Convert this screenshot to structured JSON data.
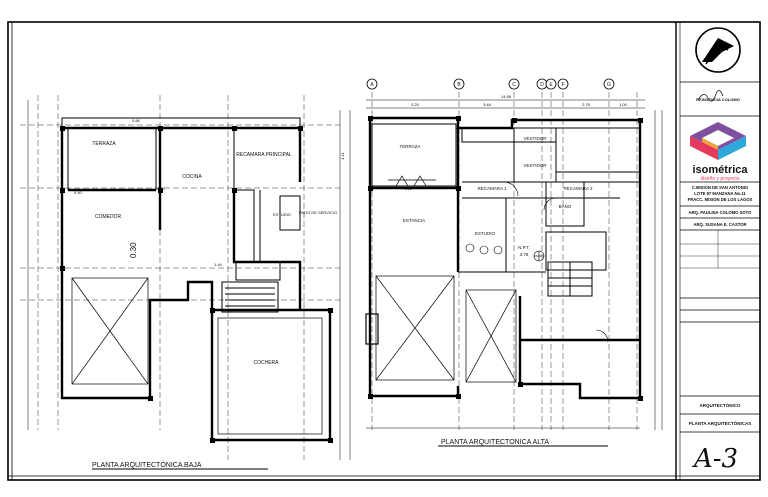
{
  "title_block": {
    "project": "RESIDENCIA COLOMO",
    "brand_name": "isométrica",
    "brand_tagline": "diseño y proyecto",
    "address_lines": [
      "C.MISION DE SAN ANTONIO",
      "LOTE 87 MANZANA No.11",
      "FRACC. MISION DE LOS LAGOS"
    ],
    "architect_1": "ARQ. PAULINA COLOMO SOTO",
    "architect_2": "ARQ. SUSANA E. CASTOR",
    "discipline": "ARQUITECTÓNICO",
    "sheet_title": "PLANTA ARQUITECTÓNICAS",
    "sheet_number": "A-3"
  },
  "plans": {
    "ground_title": "PLANTA ARQUITECTÓNICA BAJA",
    "upper_title": "PLANTA ARQUITECTONICA ALTA"
  },
  "rooms_ground": {
    "terraza": "TERRAZA",
    "cocina": "COCINA",
    "recamara": "RECAMARA PRINCIPAL",
    "comedor": "COMEDOR",
    "estudio": "ESTUDIO",
    "patio": "PATIO DE SERVICIO",
    "cochera": "COCHERA"
  },
  "rooms_upper": {
    "terraza": "TERRAZA",
    "vestidor_1": "VESTIDOR",
    "vestidor_2": "VESTIDOR",
    "recamara_1": "RECAMARA 1",
    "recamara_2": "RECAMARA 2",
    "bano": "BAÑO",
    "estancia": "ESTANCIA",
    "estudio": "ESTUDIO",
    "npt": "N.P.T.",
    "npt_value": "3.78"
  },
  "grid_axes": [
    "A",
    "B",
    "C",
    "D",
    "E",
    "F",
    "G"
  ],
  "dims": {
    "d030": "0.30",
    "d1486": "14.86",
    "d320": "3.20",
    "d346": "3.46",
    "d278": "2.78",
    "d100": "1.00",
    "d040": "0.40",
    "d086": "0.86",
    "d150": "1.50",
    "d411": "4.11",
    "d144": "1.44"
  }
}
